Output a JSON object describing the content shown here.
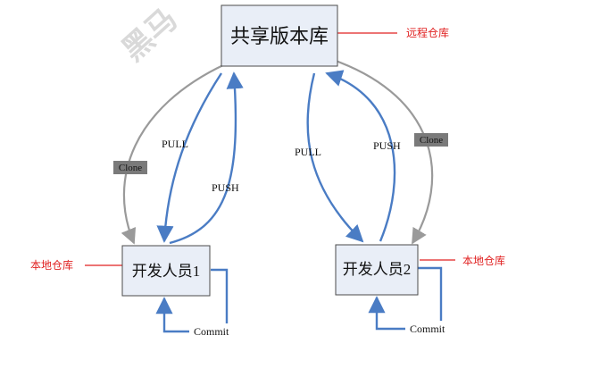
{
  "nodes": {
    "shared_repo": "共享版本库",
    "dev1": "开发人员1",
    "dev2": "开发人员2"
  },
  "annotations": {
    "remote_repo": "远程仓库",
    "local_repo_left": "本地仓库",
    "local_repo_right": "本地仓库"
  },
  "edges": {
    "pull_left": "PULL",
    "push_left": "PUSH",
    "pull_right": "PULL",
    "push_right": "PUSH",
    "clone_left": "Clone",
    "clone_right": "Clone",
    "commit_left": "Commit",
    "commit_right": "Commit"
  },
  "watermark": "黑马",
  "colors": {
    "blue_arrow": "#4a7cc4",
    "gray_arrow": "#9a9a9a",
    "red_line": "#e02020",
    "box_fill": "#e9eef7"
  }
}
